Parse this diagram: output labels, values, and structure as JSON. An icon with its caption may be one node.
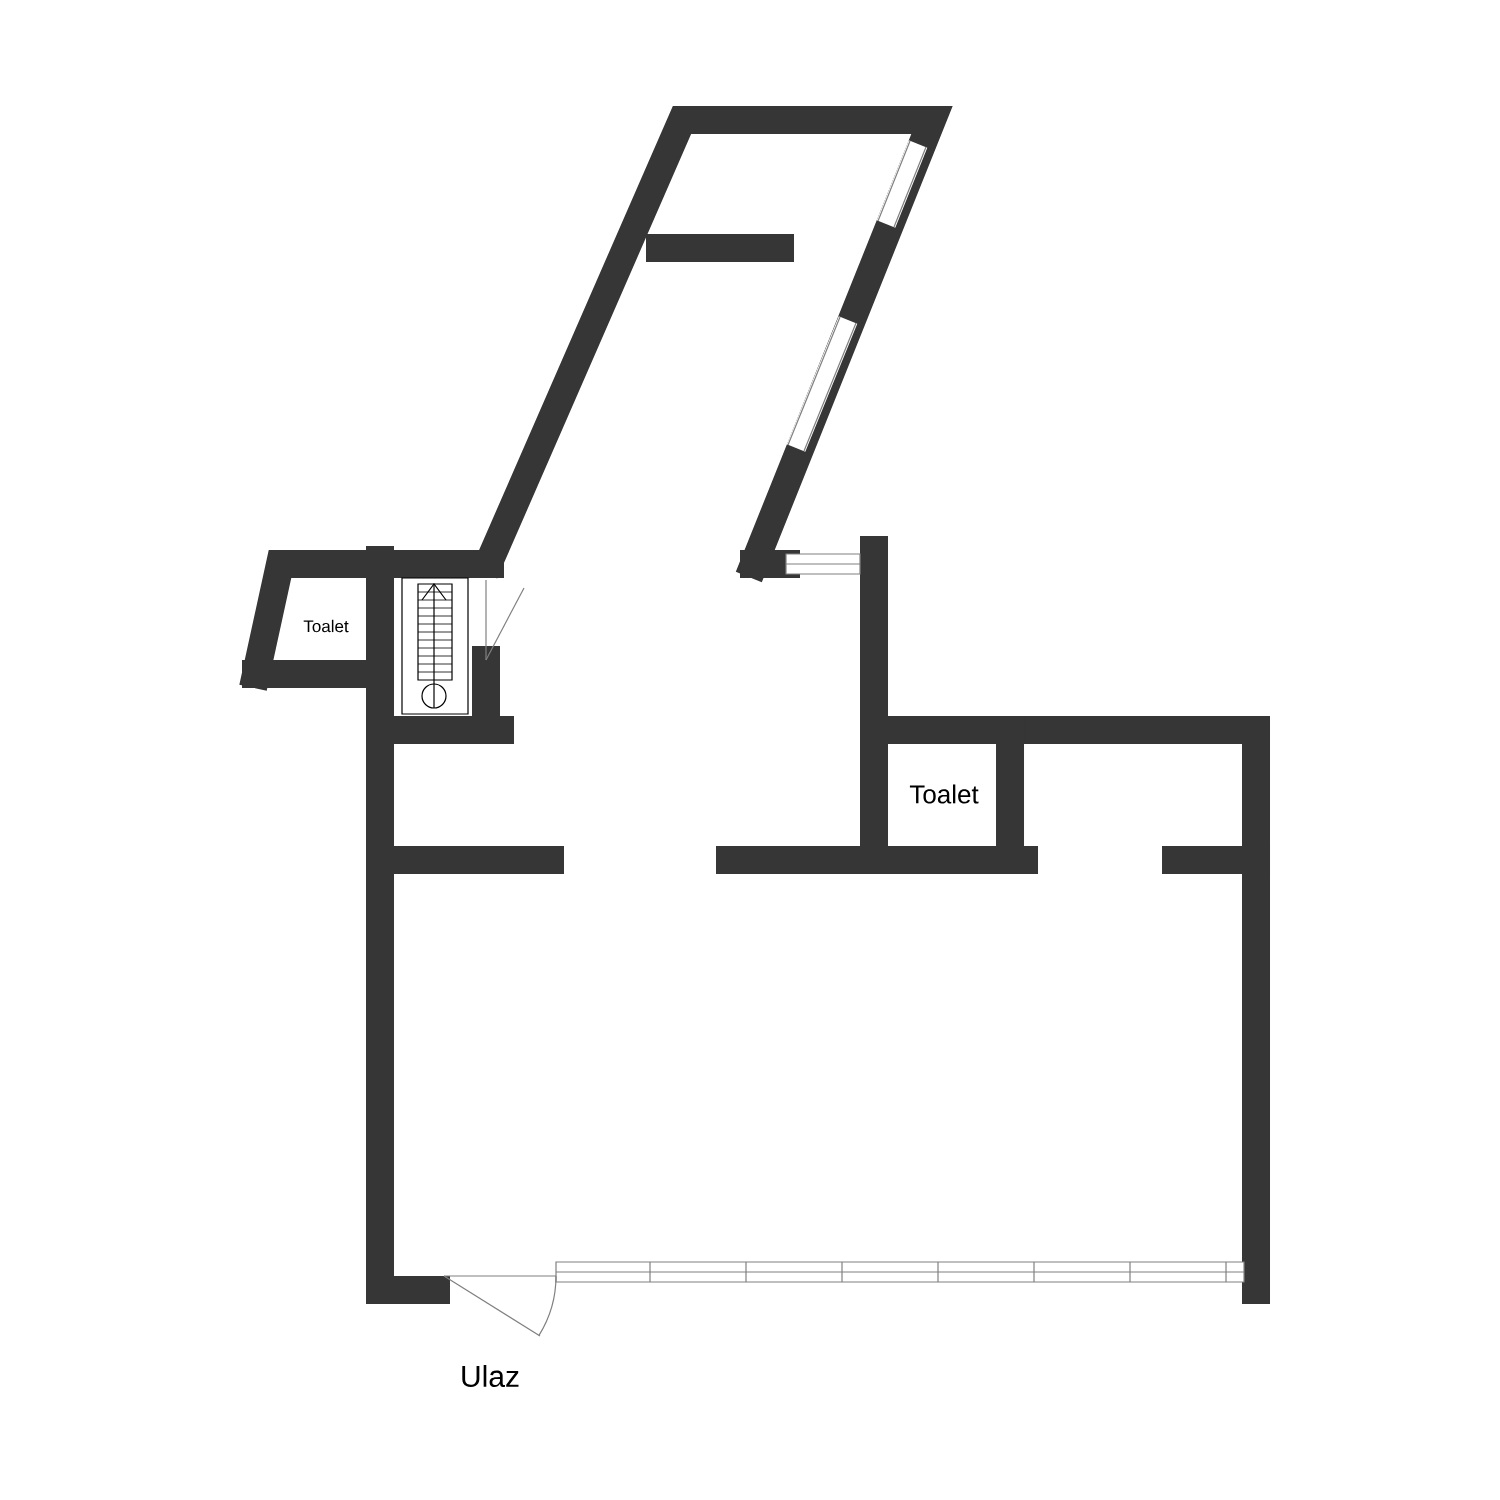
{
  "diagram": {
    "labels": [
      "Toalet",
      "Toalet",
      "Ulaz"
    ]
  }
}
